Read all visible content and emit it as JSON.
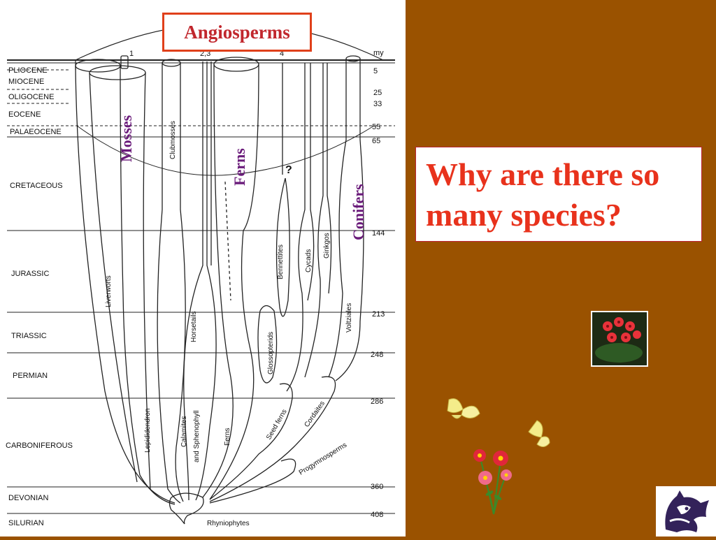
{
  "title": "Angiosperms",
  "question": "Why are there so many species?",
  "top_markers": [
    "1",
    "2,3",
    "4"
  ],
  "my_header": "my",
  "periods": [
    {
      "name": "PLIOCENE"
    },
    {
      "name": "MIOCENE"
    },
    {
      "name": "OLIGOCENE"
    },
    {
      "name": "EOCENE"
    },
    {
      "name": "PALAEOCENE"
    },
    {
      "name": "CRETACEOUS"
    },
    {
      "name": "JURASSIC"
    },
    {
      "name": "TRIASSIC"
    },
    {
      "name": "PERMIAN"
    },
    {
      "name": "CARBONIFEROUS"
    },
    {
      "name": "DEVONIAN"
    },
    {
      "name": "SILURIAN"
    }
  ],
  "ages": [
    "5",
    "25",
    "33",
    "55",
    "65",
    "144",
    "213",
    "248",
    "286",
    "360",
    "408"
  ],
  "lineages": {
    "liverworts": "Liverworts",
    "clubmosses": "Clubmosses",
    "lepidodendron": "Lepididendron",
    "horsetails": "Horsetails",
    "calamites": "Calamites and Sphenophyll",
    "ferns_small": "Ferns",
    "bennettites": "Bennettites",
    "cycads": "Cycads",
    "ginkgos": "Ginkgos",
    "glossopterids": "Glossopterids",
    "voltziales": "Voltziales",
    "seed_ferns": "Seed ferns",
    "cordaites": "Cordaites",
    "progymnosperms": "Progymnosperms",
    "rhyniophytes": "Rhyniophytes",
    "unknown": "?"
  },
  "highlight_labels": {
    "mosses": "Mosses",
    "ferns": "Ferns",
    "conifers": "Conifers"
  },
  "colors": {
    "background": "#9a5200",
    "title_border": "#e0401a",
    "title_text": "#c1272d",
    "question_text": "#e8321c",
    "highlight_text": "#6a1b7a"
  },
  "icons": [
    "flower-pot-photo",
    "yellow-butterfly-icon",
    "red-flowers-icon",
    "husky-logo-icon"
  ]
}
